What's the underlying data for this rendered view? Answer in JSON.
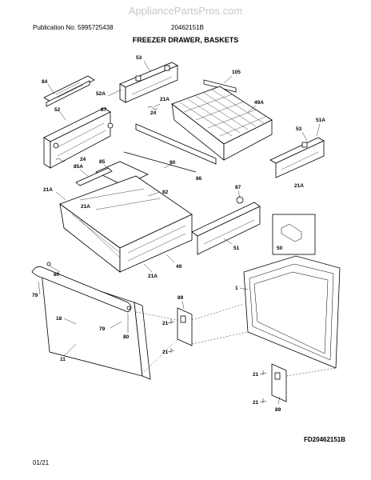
{
  "header": {
    "watermark": "AppliancePartsPros.com",
    "publication": "Publication No: 5995725438",
    "document_id": "20462151B",
    "title": "FREEZER DRAWER, BASKETS"
  },
  "footer": {
    "date_code": "01/21",
    "figure_id": "FD20462151B"
  },
  "callouts": [
    "84",
    "53",
    "105",
    "52A",
    "21A",
    "87",
    "24",
    "49A",
    "52",
    "53",
    "51A",
    "24",
    "85A",
    "85",
    "90",
    "86",
    "21A",
    "21A",
    "87",
    "82",
    "21A",
    "50",
    "51",
    "49",
    "21A",
    "80",
    "79",
    "18",
    "79",
    "80",
    "11",
    "89",
    "21",
    "21",
    "1",
    "21",
    "21",
    "89"
  ]
}
